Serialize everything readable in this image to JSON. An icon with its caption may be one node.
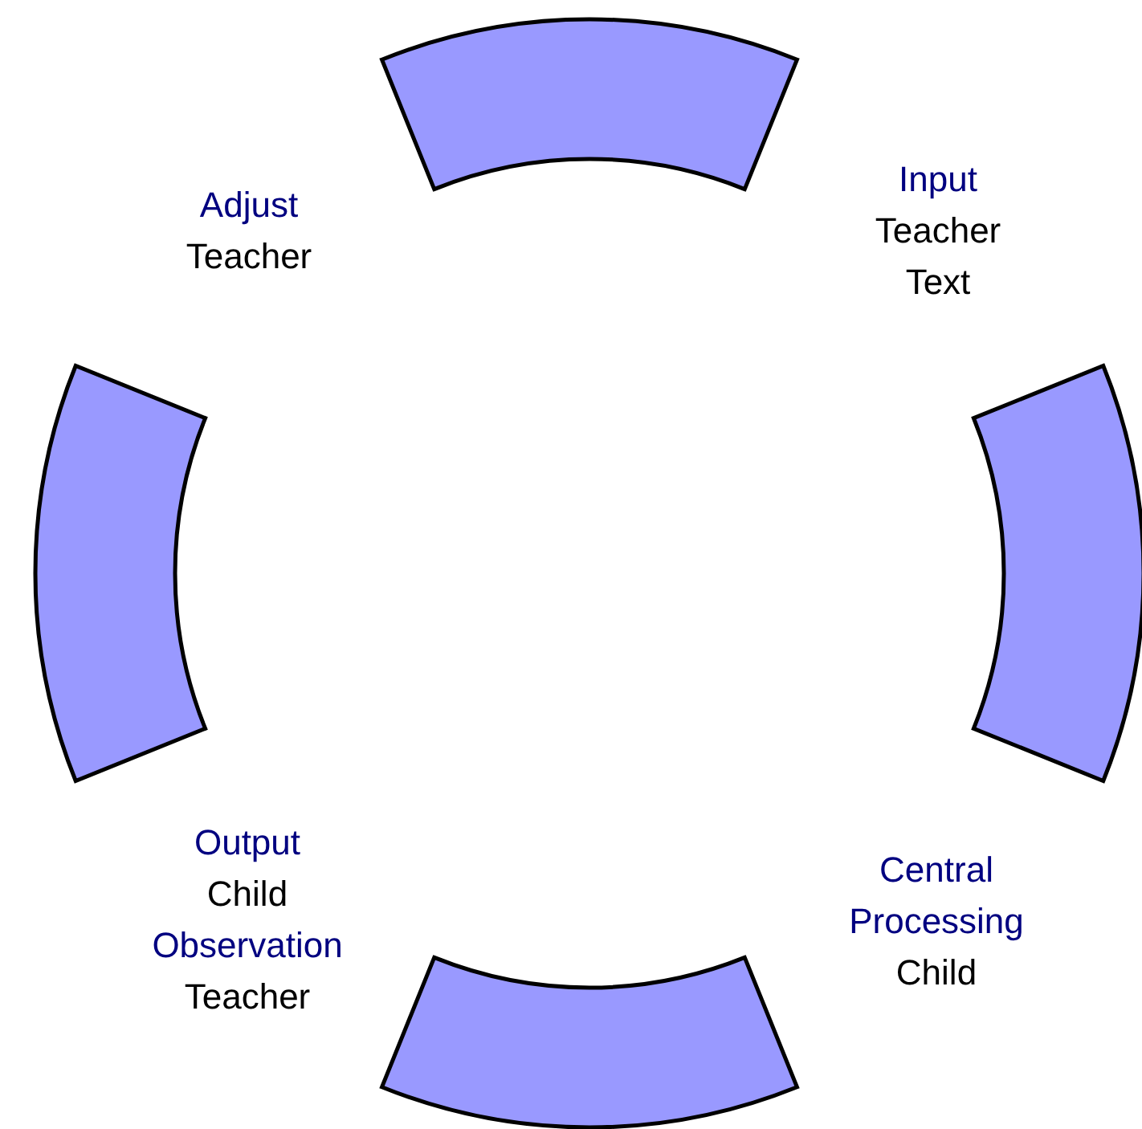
{
  "diagram": {
    "nodes": [
      {
        "text": [],
        "shape": "arc"
      },
      {
        "text": [
          "Adjust",
          "Teacher"
        ]
      },
      {
        "text": [
          "Input",
          "Teacher",
          "Text"
        ]
      },
      {
        "text": [],
        "shape": "arc"
      },
      {
        "text": [],
        "shape": "arc"
      },
      {
        "text": [
          "Output",
          "Child",
          "Observation",
          "Teacher"
        ]
      },
      {
        "text": [
          "Central Processing",
          "Child"
        ]
      },
      {
        "text": [],
        "shape": "arc"
      }
    ]
  }
}
